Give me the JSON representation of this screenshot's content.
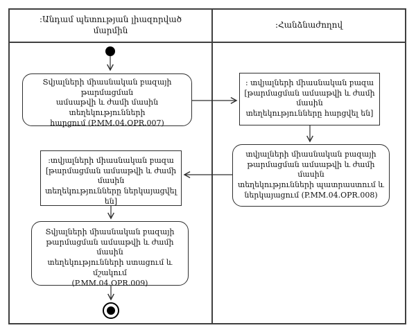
{
  "diagram": {
    "type": "uml-activity-swimlane",
    "lanes": {
      "member_state": {
        "title": ":Անդամ պետության լիազորված\nմարմին"
      },
      "commission": {
        "title": ":Հանձնաժողով"
      }
    },
    "nodes": {
      "request_007": {
        "type": "action",
        "lane": "member_state",
        "text": "Տվյալների միասնական բազայի թարմացման\nամսաթվի և ժամի մասին տեղեկությունների\nհարցում (P.MM.04.OPR.007)"
      },
      "db_queried": {
        "type": "object",
        "lane": "commission",
        "text": ": տվյալների միասնական բազա\n[թարմացման ամսաթվի և ժամի մասին\nտեղեկությունները հարցվել են]"
      },
      "prepare_008": {
        "type": "action",
        "lane": "commission",
        "text": "տվյալների միասնական բազայի\nթարմացման ամսաթվի և ժամի մասին\nտեղեկությունների պատրաստում և\nներկայացում (P.MM.04.OPR.008)"
      },
      "db_submitted": {
        "type": "object",
        "lane": "member_state",
        "text": ":տվյալների միասնական բազա\n[թարմացման ամսաթվի և ժամի մասին\nտեղեկությունները ներկայացվել են]"
      },
      "receive_009": {
        "type": "action",
        "lane": "member_state",
        "text": "Տվյալների միասնական բազայի\nթարմացման ամսաթվի և ժամի մասին\nտեղեկությունների ստացում և մշակում\n(P.MM.04.OPR.009)"
      }
    },
    "colors": {
      "line": "#2e2e2e",
      "frame": "#3f3f3f",
      "background": "#ffffff",
      "node_fill": "#ffffff"
    }
  }
}
